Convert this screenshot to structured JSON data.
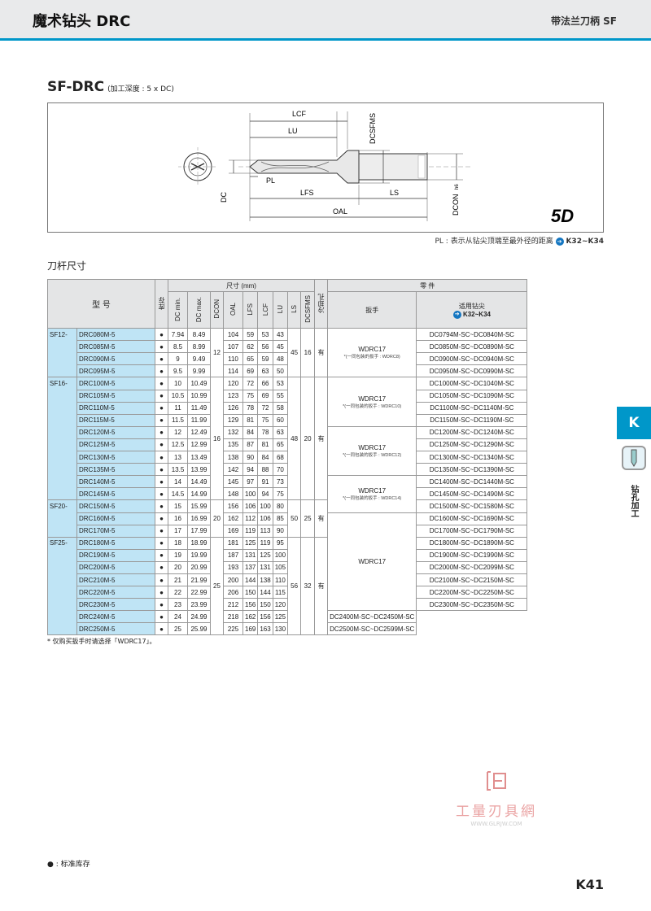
{
  "header": {
    "title": "魔术钻头 DRC",
    "right": "带法兰刀柄 SF"
  },
  "section": {
    "title": "SF-DRC",
    "subtitle": "(加工深度 : 5 x DC)"
  },
  "diagram": {
    "labels": {
      "lcf": "LCF",
      "lu": "LU",
      "pl": "PL",
      "dc": "DC",
      "lfs": "LFS",
      "ls": "LS",
      "oal": "OAL",
      "dcsfms": "DCSFMS",
      "dcon": "DCON",
      "dcon_sup": "h6",
      "depth": "5D"
    }
  },
  "pl_note": {
    "text": "PL : 表示从钻尖顶端至最外径的距离",
    "ref": "K32~K34"
  },
  "sub_title": "刀杆尺寸",
  "table": {
    "h_model": "型 号",
    "h_stock": "库存",
    "h_dims": "尺寸 (mm)",
    "h_parts": "零 件",
    "h_coolant": "冷却孔",
    "h_wrench": "扳手",
    "h_tip": "适用钻尖",
    "h_tip_ref": "K32~K34",
    "h_cols": [
      "DC min.",
      "DC max.",
      "DCON",
      "OAL",
      "LFS",
      "LCF",
      "LU",
      "LS",
      "DCSFMS"
    ],
    "groups": [
      {
        "prefix": "SF12-",
        "dcon": "12",
        "ls": "45",
        "dcsfms": "16",
        "coolant": "有",
        "rows": [
          {
            "model": "DRC080M-5",
            "stock": "●",
            "dcmin": "7.94",
            "dcmax": "8.49",
            "oal": "104",
            "lfs": "59",
            "lcf": "53",
            "lu": "43",
            "tip": "DC0794M-SC~DC0840M-SC"
          },
          {
            "model": "DRC085M-5",
            "stock": "●",
            "dcmin": "8.5",
            "dcmax": "8.99",
            "oal": "107",
            "lfs": "62",
            "lcf": "56",
            "lu": "45",
            "tip": "DC0850M-SC~DC0890M-SC"
          },
          {
            "model": "DRC090M-5",
            "stock": "●",
            "dcmin": "9",
            "dcmax": "9.49",
            "oal": "110",
            "lfs": "65",
            "lcf": "59",
            "lu": "48",
            "tip": "DC0900M-SC~DC0940M-SC"
          },
          {
            "model": "DRC095M-5",
            "stock": "●",
            "dcmin": "9.5",
            "dcmax": "9.99",
            "oal": "114",
            "lfs": "69",
            "lcf": "63",
            "lu": "50",
            "tip": "DC0950M-SC~DC0990M-SC"
          }
        ]
      },
      {
        "prefix": "SF16-",
        "dcon": "16",
        "ls": "48",
        "dcsfms": "20",
        "coolant": "有",
        "rows": [
          {
            "model": "DRC100M-5",
            "stock": "●",
            "dcmin": "10",
            "dcmax": "10.49",
            "oal": "120",
            "lfs": "72",
            "lcf": "66",
            "lu": "53",
            "tip": "DC1000M-SC~DC1040M-SC"
          },
          {
            "model": "DRC105M-5",
            "stock": "●",
            "dcmin": "10.5",
            "dcmax": "10.99",
            "oal": "123",
            "lfs": "75",
            "lcf": "69",
            "lu": "55",
            "tip": "DC1050M-SC~DC1090M-SC"
          },
          {
            "model": "DRC110M-5",
            "stock": "●",
            "dcmin": "11",
            "dcmax": "11.49",
            "oal": "126",
            "lfs": "78",
            "lcf": "72",
            "lu": "58",
            "tip": "DC1100M-SC~DC1140M-SC"
          },
          {
            "model": "DRC115M-5",
            "stock": "●",
            "dcmin": "11.5",
            "dcmax": "11.99",
            "oal": "129",
            "lfs": "81",
            "lcf": "75",
            "lu": "60",
            "tip": "DC1150M-SC~DC1190M-SC"
          },
          {
            "model": "DRC120M-5",
            "stock": "●",
            "dcmin": "12",
            "dcmax": "12.49",
            "oal": "132",
            "lfs": "84",
            "lcf": "78",
            "lu": "63",
            "tip": "DC1200M-SC~DC1240M-SC"
          },
          {
            "model": "DRC125M-5",
            "stock": "●",
            "dcmin": "12.5",
            "dcmax": "12.99",
            "oal": "135",
            "lfs": "87",
            "lcf": "81",
            "lu": "65",
            "tip": "DC1250M-SC~DC1290M-SC"
          },
          {
            "model": "DRC130M-5",
            "stock": "●",
            "dcmin": "13",
            "dcmax": "13.49",
            "oal": "138",
            "lfs": "90",
            "lcf": "84",
            "lu": "68",
            "tip": "DC1300M-SC~DC1340M-SC"
          },
          {
            "model": "DRC135M-5",
            "stock": "●",
            "dcmin": "13.5",
            "dcmax": "13.99",
            "oal": "142",
            "lfs": "94",
            "lcf": "88",
            "lu": "70",
            "tip": "DC1350M-SC~DC1390M-SC"
          },
          {
            "model": "DRC140M-5",
            "stock": "●",
            "dcmin": "14",
            "dcmax": "14.49",
            "oal": "145",
            "lfs": "97",
            "lcf": "91",
            "lu": "73",
            "tip": "DC1400M-SC~DC1440M-SC"
          },
          {
            "model": "DRC145M-5",
            "stock": "●",
            "dcmin": "14.5",
            "dcmax": "14.99",
            "oal": "148",
            "lfs": "100",
            "lcf": "94",
            "lu": "75",
            "tip": "DC1450M-SC~DC1490M-SC"
          }
        ]
      },
      {
        "prefix": "SF20-",
        "dcon": "20",
        "ls": "50",
        "dcsfms": "25",
        "coolant": "有",
        "rows": [
          {
            "model": "DRC150M-5",
            "stock": "●",
            "dcmin": "15",
            "dcmax": "15.99",
            "oal": "156",
            "lfs": "106",
            "lcf": "100",
            "lu": "80",
            "tip": "DC1500M-SC~DC1580M-SC"
          },
          {
            "model": "DRC160M-5",
            "stock": "●",
            "dcmin": "16",
            "dcmax": "16.99",
            "oal": "162",
            "lfs": "112",
            "lcf": "106",
            "lu": "85",
            "tip": "DC1600M-SC~DC1690M-SC"
          },
          {
            "model": "DRC170M-5",
            "stock": "●",
            "dcmin": "17",
            "dcmax": "17.99",
            "oal": "169",
            "lfs": "119",
            "lcf": "113",
            "lu": "90",
            "tip": "DC1700M-SC~DC1790M-SC"
          }
        ]
      },
      {
        "prefix": "SF25-",
        "dcon": "25",
        "ls": "56",
        "dcsfms": "32",
        "coolant": "有",
        "rows": [
          {
            "model": "DRC180M-5",
            "stock": "●",
            "dcmin": "18",
            "dcmax": "18.99",
            "oal": "181",
            "lfs": "125",
            "lcf": "119",
            "lu": "95",
            "tip": "DC1800M-SC~DC1890M-SC"
          },
          {
            "model": "DRC190M-5",
            "stock": "●",
            "dcmin": "19",
            "dcmax": "19.99",
            "oal": "187",
            "lfs": "131",
            "lcf": "125",
            "lu": "100",
            "tip": "DC1900M-SC~DC1990M-SC"
          },
          {
            "model": "DRC200M-5",
            "stock": "●",
            "dcmin": "20",
            "dcmax": "20.99",
            "oal": "193",
            "lfs": "137",
            "lcf": "131",
            "lu": "105",
            "tip": "DC2000M-SC~DC2099M-SC"
          },
          {
            "model": "DRC210M-5",
            "stock": "●",
            "dcmin": "21",
            "dcmax": "21.99",
            "oal": "200",
            "lfs": "144",
            "lcf": "138",
            "lu": "110",
            "tip": "DC2100M-SC~DC2150M-SC"
          },
          {
            "model": "DRC220M-5",
            "stock": "●",
            "dcmin": "22",
            "dcmax": "22.99",
            "oal": "206",
            "lfs": "150",
            "lcf": "144",
            "lu": "115",
            "tip": "DC2200M-SC~DC2250M-SC"
          },
          {
            "model": "DRC230M-5",
            "stock": "●",
            "dcmin": "23",
            "dcmax": "23.99",
            "oal": "212",
            "lfs": "156",
            "lcf": "150",
            "lu": "120",
            "tip": "DC2300M-SC~DC2350M-SC"
          },
          {
            "model": "DRC240M-5",
            "stock": "●",
            "dcmin": "24",
            "dcmax": "24.99",
            "oal": "218",
            "lfs": "162",
            "lcf": "156",
            "lu": "125",
            "tip": "DC2400M-SC~DC2450M-SC"
          },
          {
            "model": "DRC250M-5",
            "stock": "●",
            "dcmin": "25",
            "dcmax": "25.99",
            "oal": "225",
            "lfs": "169",
            "lcf": "163",
            "lu": "130",
            "tip": "DC2500M-SC~DC2599M-SC"
          }
        ]
      }
    ],
    "wrenches": [
      {
        "name": "WDRC17",
        "note": "*(一同包装的扳手 : WDRC8)"
      },
      {
        "name": "WDRC17",
        "note": "*(一同包装的扳手 : WDRC10)"
      },
      {
        "name": "WDRC17",
        "note": "*(一同包装的扳手 : WDRC12)"
      },
      {
        "name": "WDRC17",
        "note": "*(一同包装的扳手 : WDRC14)"
      },
      {
        "name": "WDRC17",
        "note": ""
      }
    ]
  },
  "footnote": "* 仅购买扳手时请选择「WDRC17」。",
  "legend": "● : 标准库存",
  "side": {
    "tab": "K",
    "text": "钻孔加工"
  },
  "watermark": {
    "name": "工量刃具網",
    "url": "WWW.GLRJW.COM"
  },
  "page": "K41"
}
